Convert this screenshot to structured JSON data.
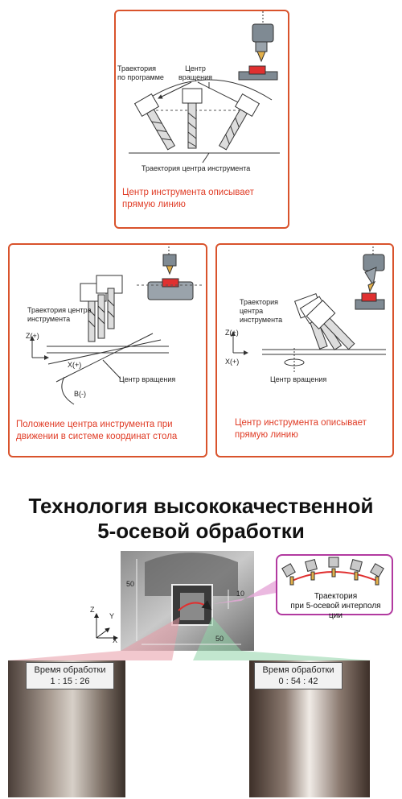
{
  "top_panel": {
    "label_program_path": "Траектория\nпо программе",
    "label_rotation_center": "Центр\nвращения",
    "label_tool_center_path": "Траектория центра инструмента",
    "caption": "Центр инструмента описывает\nпрямую линию"
  },
  "left_panel": {
    "label_tool_center_path": "Траектория центра\nинструмента",
    "label_rotation_center": "Центр вращения",
    "axis_z_plus": "Z(+)",
    "axis_x_plus": "X(+)",
    "axis_b_minus": "B(-)",
    "caption": "Положение центра инструмента при\nдвижении в системе координат стола"
  },
  "right_panel": {
    "label_tool_center_path": "Траектория\nцентра\nинструмента",
    "label_rotation_center": "Центр вращения",
    "axis_z_plus": "Z(+)",
    "axis_x_plus": "X(+)",
    "caption": "Центр инструмента описывает\nпрямую линию"
  },
  "heading": "Технология высококачественной\n5-осевой обработки",
  "bottom": {
    "dim_50_vertical": "50",
    "dim_10": "10",
    "dim_50_horizontal": "50",
    "axis_z": "Z",
    "axis_y": "Y",
    "axis_x": "X",
    "callout_text": "Траектория\nпри 5-осевой интерполя\nции",
    "left_time_label": "Время обработки",
    "left_time_value": "1 : 15 : 26",
    "right_time_label": "Время обработки",
    "right_time_value": "0 : 54 : 42"
  },
  "colors": {
    "panel_border": "#d9532c",
    "caption_text": "#e03c26",
    "callout_border": "#b23aa0",
    "left_cone": "#e89aa6",
    "right_cone": "#8fd4a8"
  }
}
